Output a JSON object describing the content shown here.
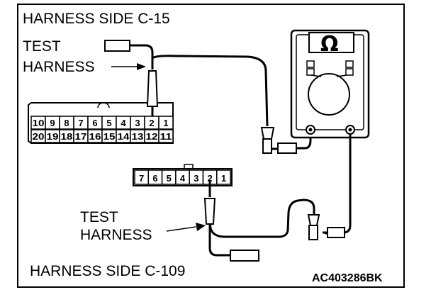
{
  "labels": {
    "harness_side_top": "HARNESS SIDE C-15",
    "test_top_line1": "TEST",
    "test_top_line2": "HARNESS",
    "test_bottom_line1": "TEST",
    "test_bottom_line2": "HARNESS",
    "harness_side_bottom": "HARNESS SIDE C-109",
    "figure_code": "AC403286BK",
    "meter_symbol": "Ω"
  },
  "connector_c15": {
    "top_row": [
      "10",
      "9",
      "8",
      "7",
      "6",
      "5",
      "4",
      "3",
      "2",
      "1"
    ],
    "bottom_row": [
      "20",
      "19",
      "18",
      "17",
      "16",
      "15",
      "14",
      "13",
      "12",
      "11"
    ]
  },
  "connector_c109": {
    "row": [
      "7",
      "6",
      "5",
      "4",
      "3",
      "2",
      "1"
    ]
  }
}
